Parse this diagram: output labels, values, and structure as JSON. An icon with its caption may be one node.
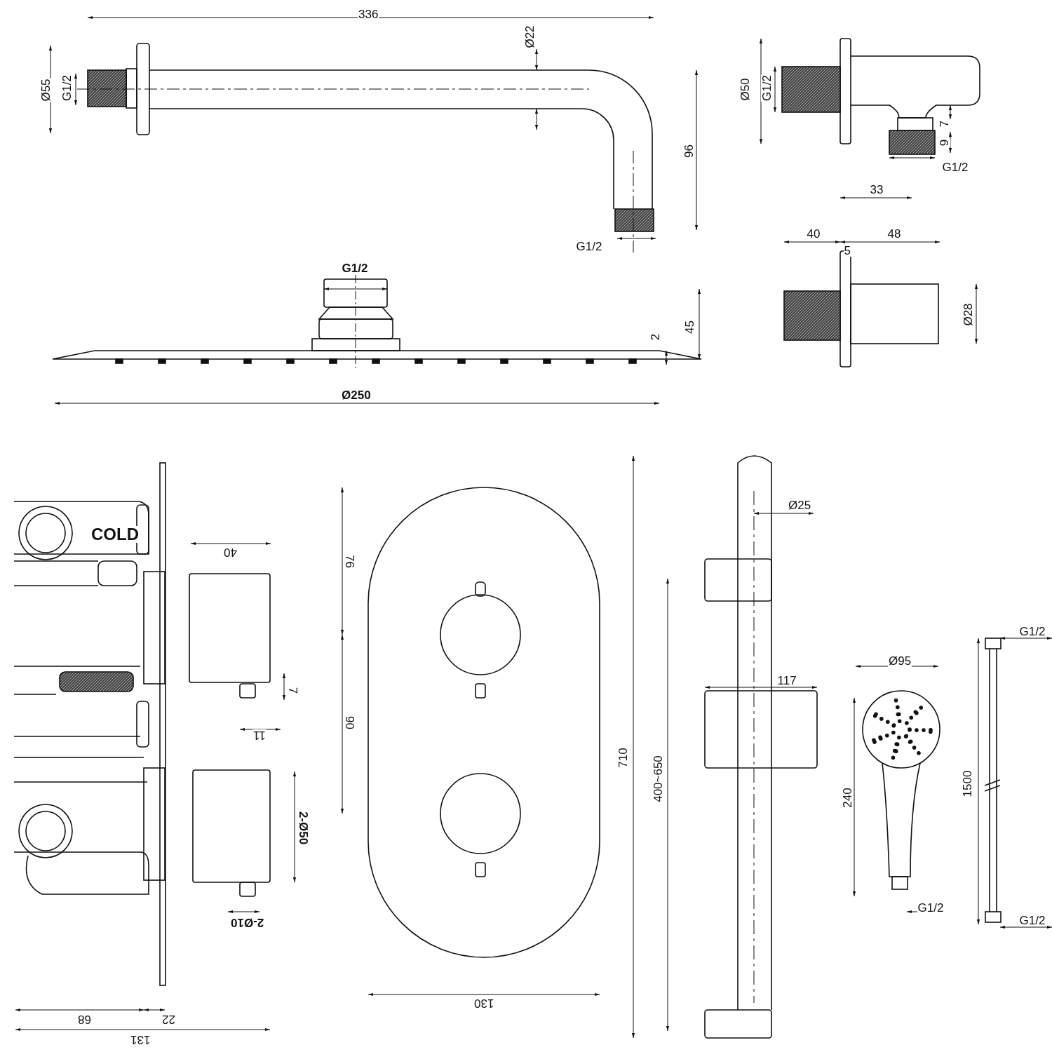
{
  "diagram": {
    "labels": [
      "336",
      "Ø55",
      "G1/2",
      "Ø22",
      "96",
      "G1/2",
      "Ø50",
      "G1/2",
      "7",
      "9",
      "G1/2",
      "33",
      "40",
      "48",
      "5",
      "Ø28",
      "G1/2",
      "45",
      "2",
      "Ø250",
      "COLD",
      "40",
      "7",
      "11",
      "2-Ø50",
      "2-Ø10",
      "68",
      "22",
      "131",
      "76",
      "90",
      "130",
      "710",
      "Ø25",
      "400~650",
      "117",
      "Ø95",
      "240",
      "1500",
      "G1/2",
      "G1/2",
      "G1/2"
    ]
  }
}
